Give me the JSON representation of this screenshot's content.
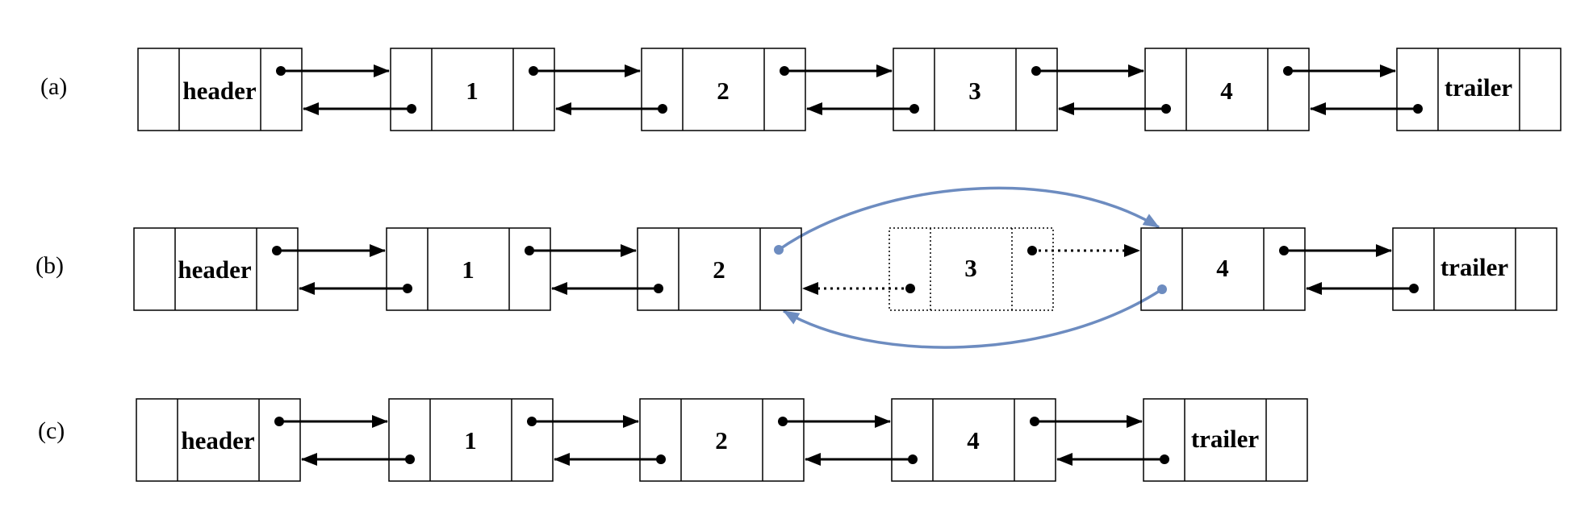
{
  "colors": {
    "line": "#000000",
    "relink": "#6d8cc0",
    "background": "#ffffff"
  },
  "rows": [
    {
      "id": "a",
      "label": "(a)",
      "nodes": [
        {
          "label": "header",
          "state": "normal"
        },
        {
          "label": "1",
          "state": "normal"
        },
        {
          "label": "2",
          "state": "normal"
        },
        {
          "label": "3",
          "state": "normal"
        },
        {
          "label": "4",
          "state": "normal"
        },
        {
          "label": "trailer",
          "state": "normal"
        }
      ]
    },
    {
      "id": "b",
      "label": "(b)",
      "nodes": [
        {
          "label": "header",
          "state": "normal"
        },
        {
          "label": "1",
          "state": "normal"
        },
        {
          "label": "2",
          "state": "normal"
        },
        {
          "label": "3",
          "state": "removed"
        },
        {
          "label": "4",
          "state": "normal"
        },
        {
          "label": "trailer",
          "state": "normal"
        }
      ]
    },
    {
      "id": "c",
      "label": "(c)",
      "nodes": [
        {
          "label": "header",
          "state": "normal"
        },
        {
          "label": "1",
          "state": "normal"
        },
        {
          "label": "2",
          "state": "normal"
        },
        {
          "label": "4",
          "state": "normal"
        },
        {
          "label": "trailer",
          "state": "normal"
        }
      ]
    }
  ]
}
